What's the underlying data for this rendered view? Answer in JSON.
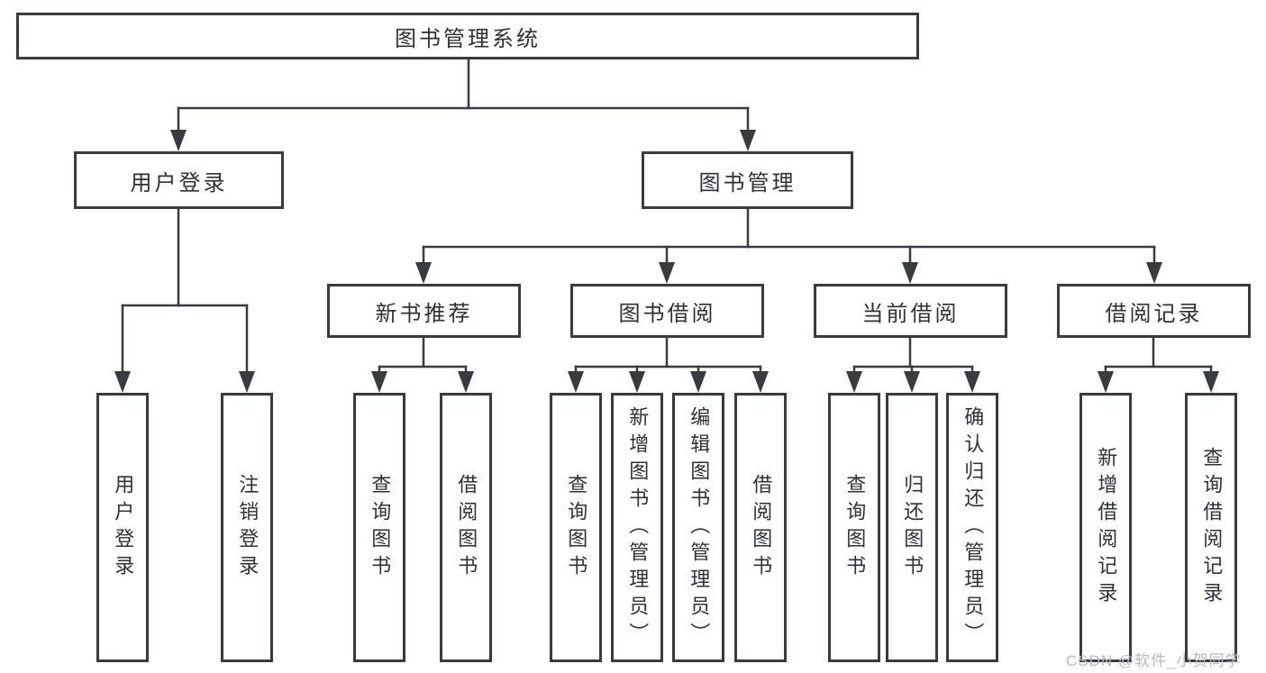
{
  "diagram": {
    "title": "图书管理系统",
    "level1": {
      "user_login": "用户登录",
      "book_management": "图书管理"
    },
    "level2": {
      "new_book_recommend": "新书推荐",
      "book_borrow": "图书借阅",
      "current_borrow": "当前借阅",
      "borrow_record": "借阅记录"
    },
    "leaves": {
      "user_login": "用户登录",
      "logout": "注销登录",
      "rec_query_book": "查询图书",
      "rec_borrow_book": "借阅图书",
      "bor_query_book": "查询图书",
      "bor_add_book_admin": "新增图书（管理员）",
      "bor_edit_book_admin": "编辑图书（管理员）",
      "bor_borrow_book": "借阅图书",
      "cur_query_book": "查询图书",
      "cur_return_book": "归还图书",
      "cur_confirm_return_admin": "确认归还（管理员）",
      "log_add_record": "新增借阅记录",
      "log_query_record": "查询借阅记录"
    }
  },
  "watermark": "CSDN @软件_小贺同学",
  "colors": {
    "line": "#383b3f",
    "border": "#383b3f",
    "text": "#2e3135",
    "background": "#ffffff",
    "watermark": "#b7babd"
  }
}
